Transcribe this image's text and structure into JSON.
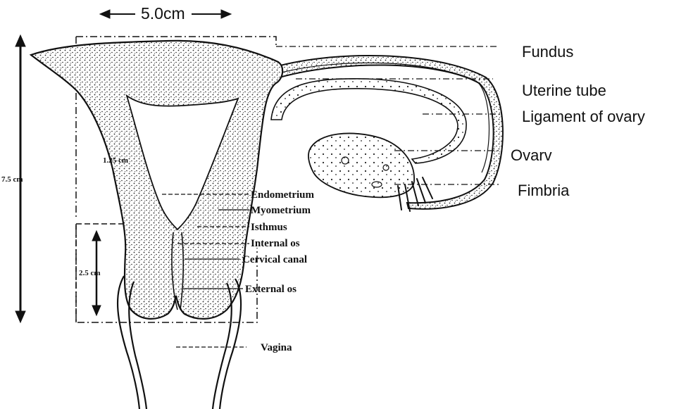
{
  "dimensions": {
    "width_label": "5.0cm",
    "height_label": "7.5 cm",
    "cavity_width_label": "1.25 cm",
    "cervix_label": "2.5 cm"
  },
  "labels_right": {
    "fundus": "Fundus",
    "uterine_tube": "Uterine tube",
    "ligament_of_ovary": "Ligament of ovary",
    "ovary": "Ovarv",
    "fimbria": "Fimbria"
  },
  "labels_center": {
    "endometrium": "Endometrium",
    "myometrium": "Myometrium",
    "isthmus": "Isthmus",
    "internal_os": "Internal os",
    "cervical_canal": "Cervical canal",
    "external_os": "External os",
    "vagina": "Vagina"
  },
  "colors": {
    "ink": "#111111",
    "tissue_fill": "#c9c9c9",
    "background": "#ffffff"
  }
}
